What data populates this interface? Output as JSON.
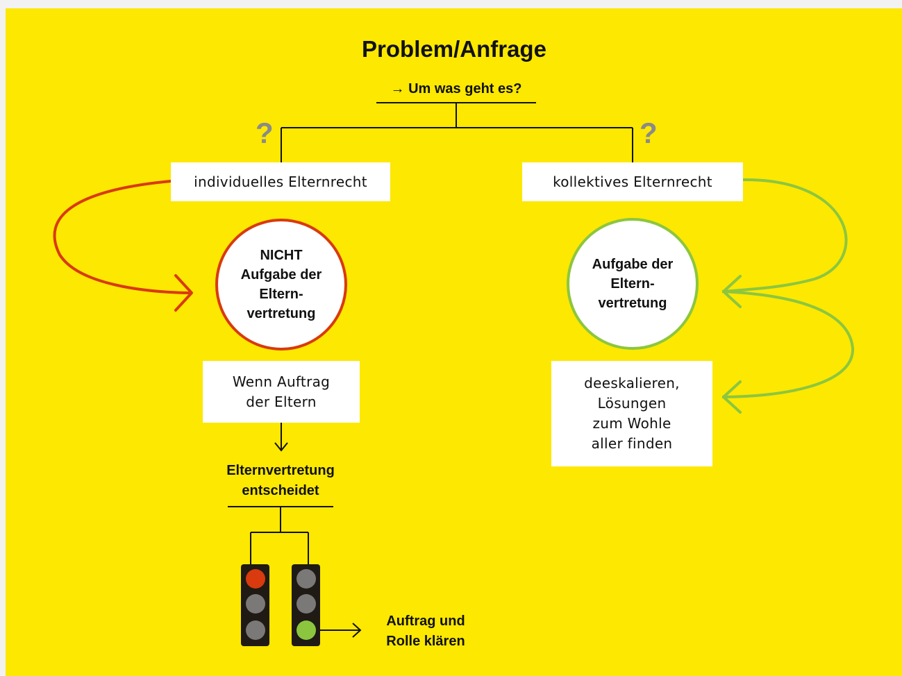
{
  "title": "Problem/Anfrage",
  "question": "→ Um was geht es?",
  "question_marks": [
    "?",
    "?"
  ],
  "left_box": "individuelles Elternrecht",
  "right_box": "kollektives Elternrecht",
  "left_circle": "NICHT\nAufgabe der\nEltern-\nvertretung",
  "right_circle": "Aufgabe der\nEltern-\nvertretung",
  "condition_box": "Wenn Auftrag\nder Eltern",
  "decision": "Elternvertretung\nentscheidet",
  "right_action_box": "deeskalieren,\nLösungen\nzum Wohle\naller finden",
  "green_outcome": "Auftrag und\nRolle klären",
  "colors": {
    "background": "#fce800",
    "red": "#d93a0e",
    "green": "#8cc63f",
    "traffic_light_body": "#1f1a14",
    "lamp_off": "#7b7878"
  }
}
